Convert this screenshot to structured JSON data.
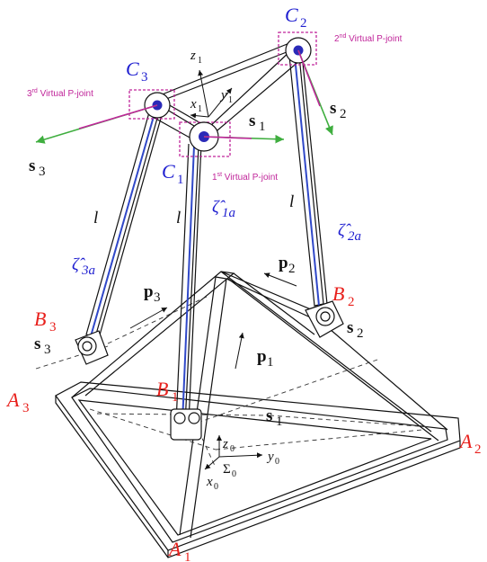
{
  "colors": {
    "red": "#e8201c",
    "blue": "#2020d0",
    "magenta": "#c0259a",
    "green": "#3fae3f",
    "linkBlue": "#3048c8",
    "black": "#111111"
  },
  "labels": {
    "A1": {
      "main": "A",
      "sub": "1"
    },
    "A2": {
      "main": "A",
      "sub": "2"
    },
    "A3": {
      "main": "A",
      "sub": "3"
    },
    "B1": {
      "main": "B",
      "sub": "1"
    },
    "B2": {
      "main": "B",
      "sub": "2"
    },
    "B3": {
      "main": "B",
      "sub": "3"
    },
    "C1": {
      "main": "C",
      "sub": "1"
    },
    "C2": {
      "main": "C",
      "sub": "2"
    },
    "C3": {
      "main": "C",
      "sub": "3"
    },
    "s1_top": {
      "main": "s",
      "sub": "1"
    },
    "s2_top": {
      "main": "s",
      "sub": "2"
    },
    "s3_top": {
      "main": "s",
      "sub": "3"
    },
    "s1_base": {
      "main": "s",
      "sub": "1"
    },
    "s2_base": {
      "main": "s",
      "sub": "2"
    },
    "s3_base": {
      "main": "s",
      "sub": "3"
    },
    "p1": {
      "main": "p",
      "sub": "1"
    },
    "p2": {
      "main": "p",
      "sub": "2"
    },
    "p3": {
      "main": "p",
      "sub": "3"
    },
    "zeta1": {
      "main": "ζ̂",
      "sub": "1a"
    },
    "zeta2": {
      "main": "ζ̂",
      "sub": "2a"
    },
    "zeta3": {
      "main": "ζ̂",
      "sub": "3a"
    },
    "l_left": "l",
    "l_mid": "l",
    "l_right": "l",
    "z1": {
      "main": "z",
      "sub": "1"
    },
    "y1": {
      "main": "y",
      "sub": "1"
    },
    "x1": {
      "main": "x",
      "sub": "1"
    },
    "z0": {
      "main": "z",
      "sub": "0"
    },
    "y0": {
      "main": "y",
      "sub": "0"
    },
    "x0": {
      "main": "x",
      "sub": "0"
    },
    "sigma0": {
      "main": "Σ",
      "sub": "0"
    },
    "vp1": {
      "num": "1",
      "sup": "st",
      "text": " Virtual P-joint"
    },
    "vp2": {
      "num": "2",
      "sup": "nd",
      "text": " Virtual P-joint"
    },
    "vp3": {
      "num": "3",
      "sup": "rd",
      "text": " Virtual P-joint"
    }
  }
}
